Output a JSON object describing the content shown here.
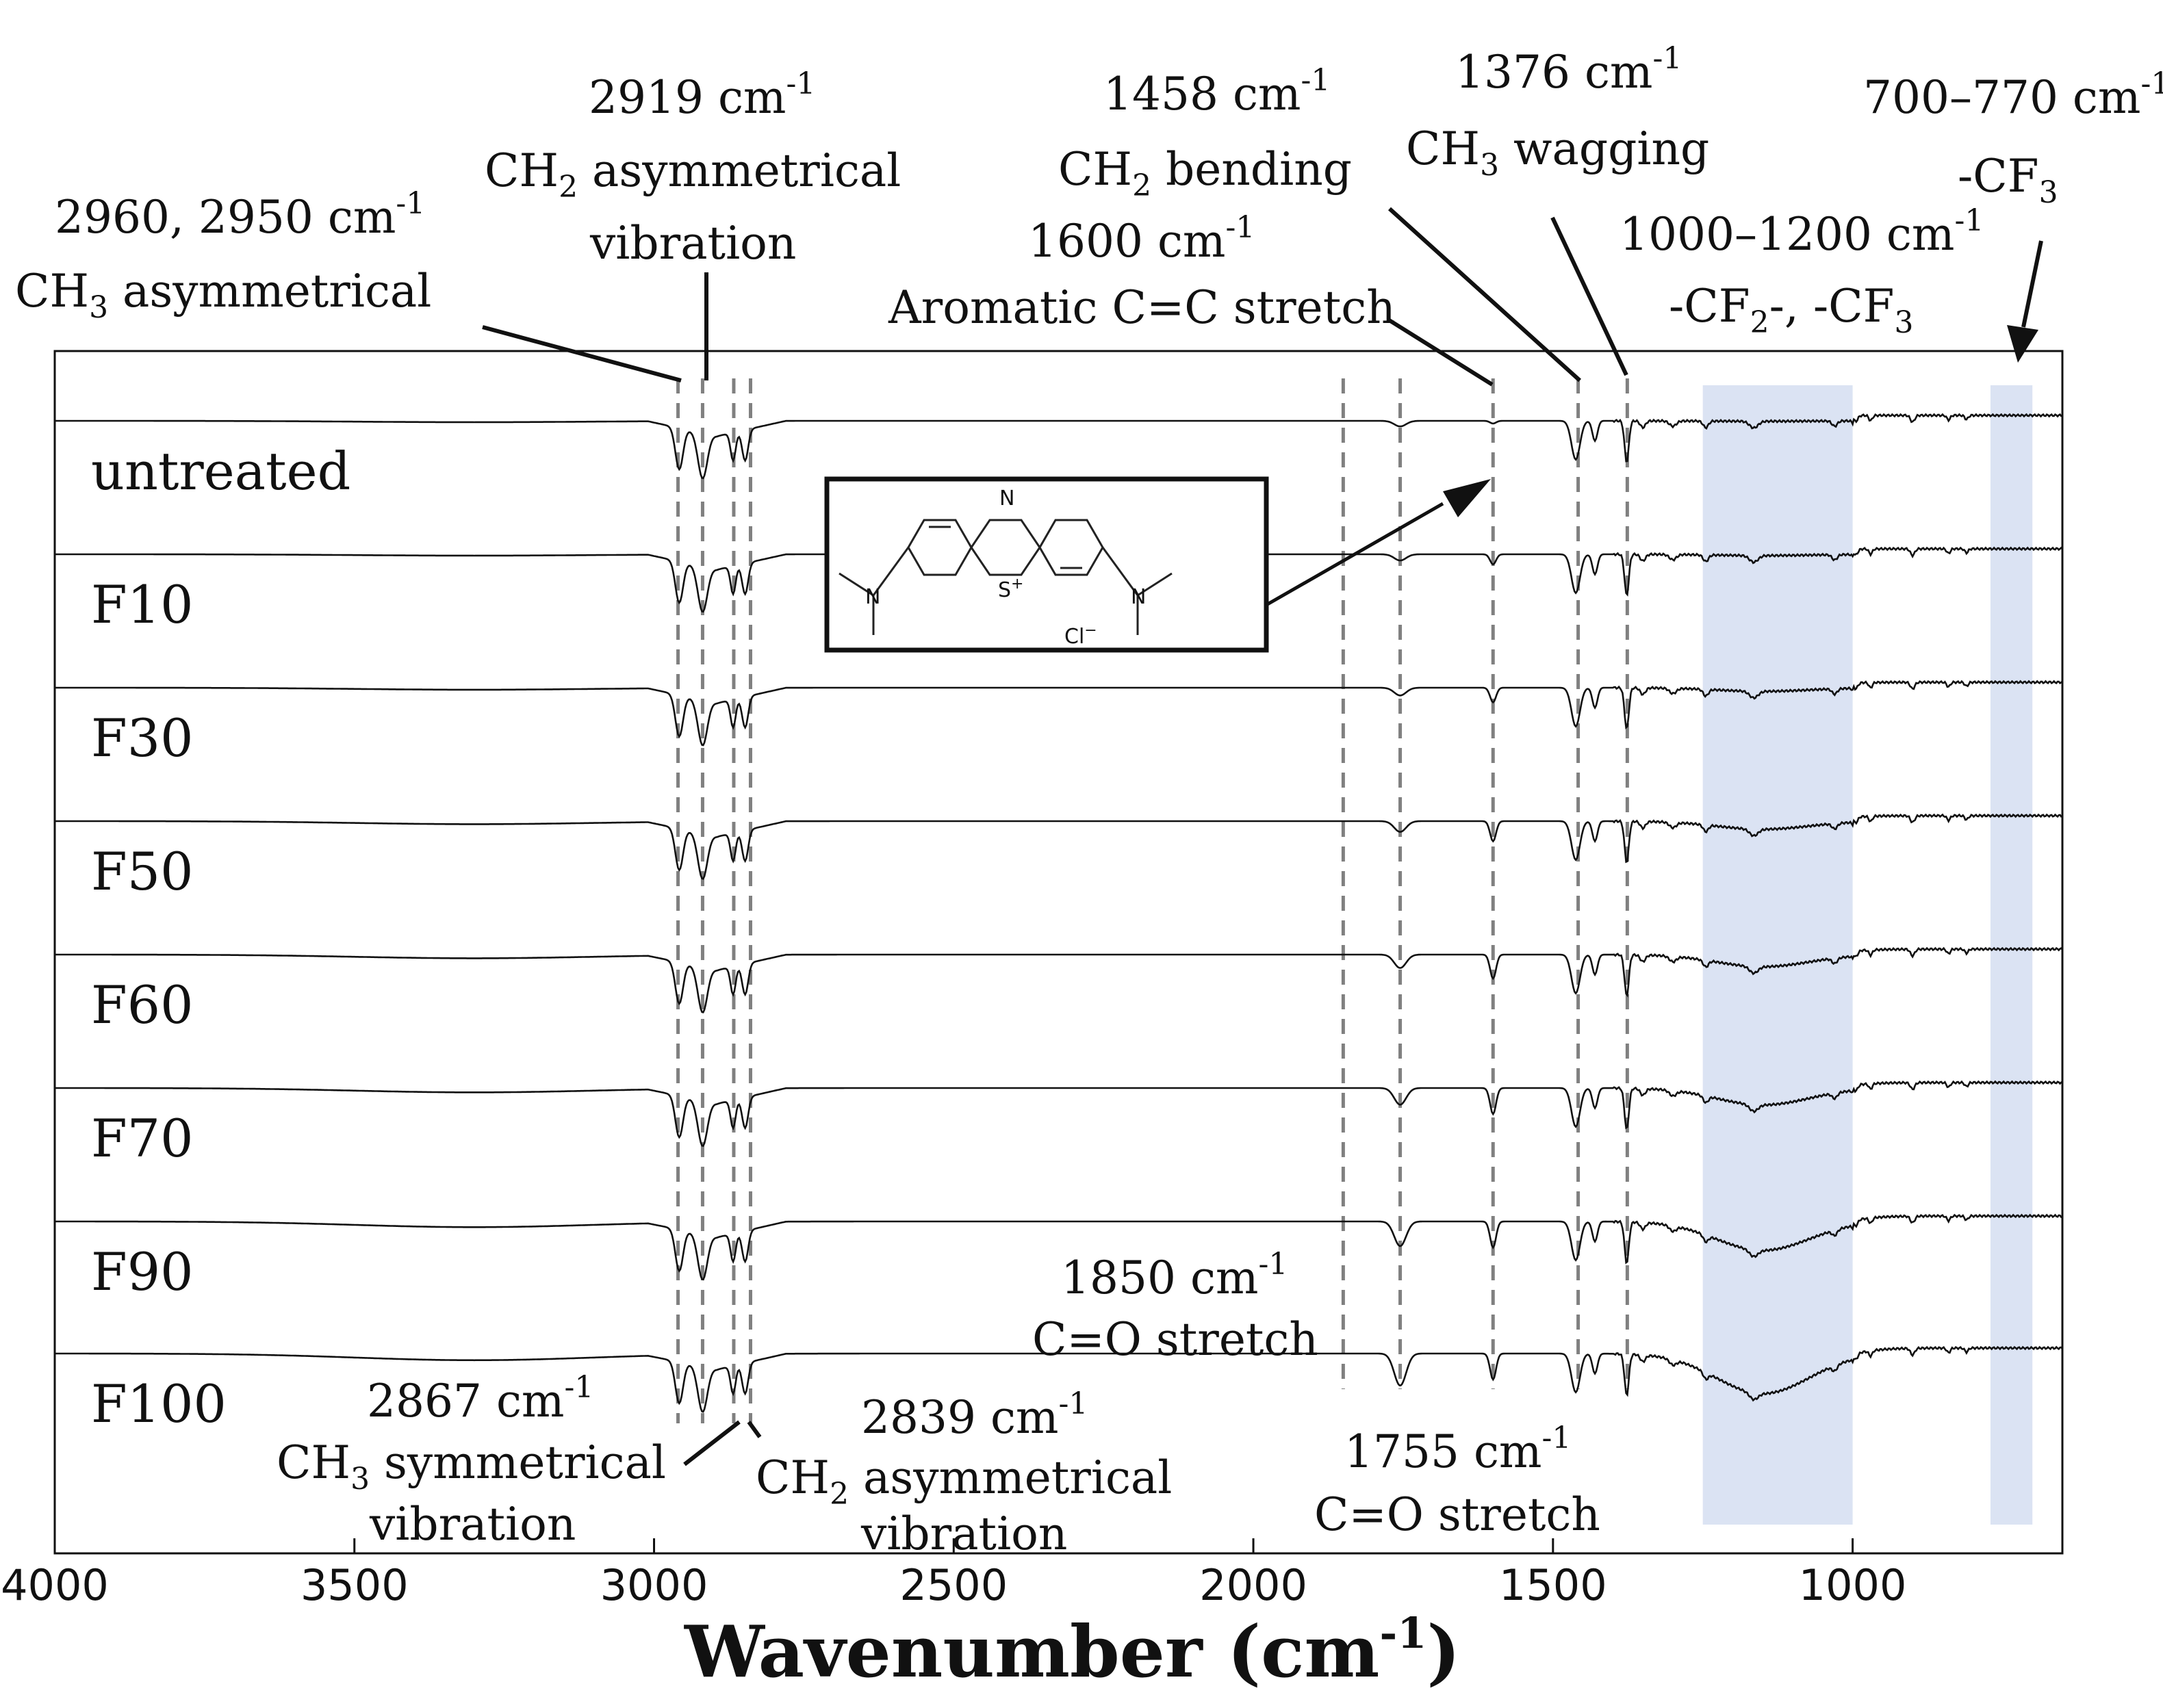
{
  "chart_data": {
    "type": "line",
    "title": "",
    "xlabel": "Wavenumber (cm",
    "xlabel_sup": "-1",
    "xlabel_end": ")",
    "ylabel": "",
    "xlim": [
      4000,
      650
    ],
    "x_reversed": true,
    "x_ticks": [
      "4000",
      "3500",
      "3000",
      "2500",
      "2000",
      "1500",
      "1000"
    ],
    "series": [
      {
        "name": "untreated",
        "depth": 0.1
      },
      {
        "name": "F10",
        "depth": 0.18
      },
      {
        "name": "F30",
        "depth": 0.3
      },
      {
        "name": "F50",
        "depth": 0.45
      },
      {
        "name": "F60",
        "depth": 0.55
      },
      {
        "name": "F70",
        "depth": 0.65
      },
      {
        "name": "F90",
        "depth": 0.85
      },
      {
        "name": "F100",
        "depth": 1.0
      }
    ],
    "dashed_lines": [
      2960,
      2919,
      2867,
      2839,
      1850,
      1755,
      1600,
      1458,
      1376
    ],
    "shaded_regions": [
      [
        1250,
        1000
      ],
      [
        770,
        700
      ]
    ],
    "annotations": {
      "a2960": {
        "l1": "2960, 2950 cm",
        "sup": "-1",
        "l2a": "CH",
        "sub": "3",
        "l2b": " asymmetrical"
      },
      "a2919": {
        "l1": "2919 cm",
        "sup": "-1",
        "l2a": "CH",
        "sub": "2",
        "l2b": " asymmetrical",
        "l3": "vibration"
      },
      "a1458": {
        "l1": "1458 cm",
        "sup": "-1",
        "l2a": "CH",
        "sub": "2",
        "l2b": " bending"
      },
      "a1600": {
        "l1": "1600 cm",
        "sup": "-1",
        "l2": "Aromatic C=C stretch"
      },
      "a1376": {
        "l1": "1376 cm",
        "sup": "-1",
        "l2a": "CH",
        "sub": "3",
        "l2b": " wagging"
      },
      "a1000": {
        "l1": "1000–1200 cm",
        "sup": "-1",
        "l2a": "-CF",
        "sub": "2",
        "l2b": "-, -CF",
        "sub2": "3"
      },
      "a700": {
        "l1": "700–770 cm",
        "sup": "-1",
        "l2a": "-CF",
        "sub": "3"
      },
      "a1850": {
        "l1": "1850 cm",
        "sup": "-1",
        "l2": "C=O stretch"
      },
      "a1755": {
        "l1": "1755 cm",
        "sup": "-1",
        "l2": "C=O stretch"
      },
      "a2867": {
        "l1": "2867 cm",
        "sup": "-1",
        "l2a": "CH",
        "sub": "3",
        "l2b": " symmetrical",
        "l3": "vibration"
      },
      "a2839": {
        "l1": "2839 cm",
        "sup": "-1",
        "l2a": "CH",
        "sub": "2",
        "l2b": " asymmetrical",
        "l3": "vibration"
      }
    },
    "structure": {
      "n_top": "N",
      "n_left": "N",
      "n_right": "N",
      "s_center": "S",
      "s_charge": "+",
      "cl": "Cl",
      "cl_charge": "−"
    }
  },
  "colors": {
    "line": "#111111",
    "dash": "#808080",
    "shade": "#dbe3f3"
  }
}
